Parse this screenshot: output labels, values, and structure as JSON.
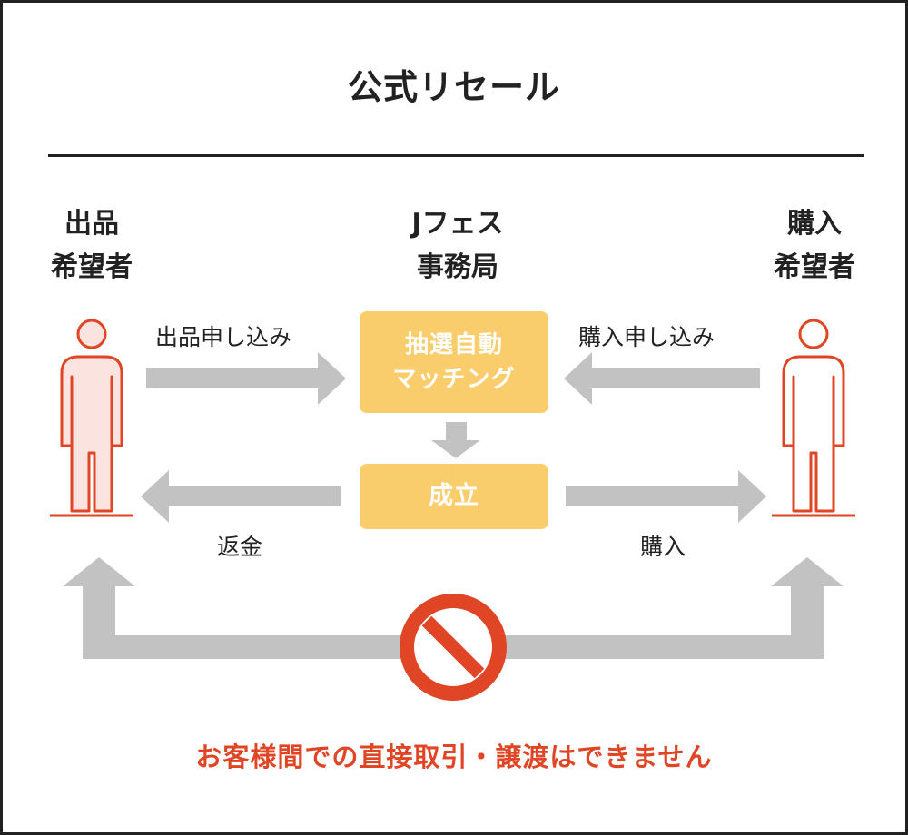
{
  "title": "公式リセール",
  "seller": {
    "line1": "出品",
    "line2": "希望者"
  },
  "office": {
    "line1": "Jフェス",
    "line2": "事務局"
  },
  "buyer": {
    "line1": "購入",
    "line2": "希望者"
  },
  "flows": {
    "seller_apply": "出品申し込み",
    "buyer_apply": "購入申し込み",
    "refund": "返金",
    "purchase": "購入"
  },
  "process": {
    "matching_line1": "抽選自動",
    "matching_line2": "マッチング",
    "success": "成立"
  },
  "notice": "お客様間での直接取引・譲渡はできません",
  "colors": {
    "accent": "#e04626",
    "box": "#f9cd6b",
    "arrow": "#c2c2c2",
    "seller_fill": "#fbe3e0"
  }
}
